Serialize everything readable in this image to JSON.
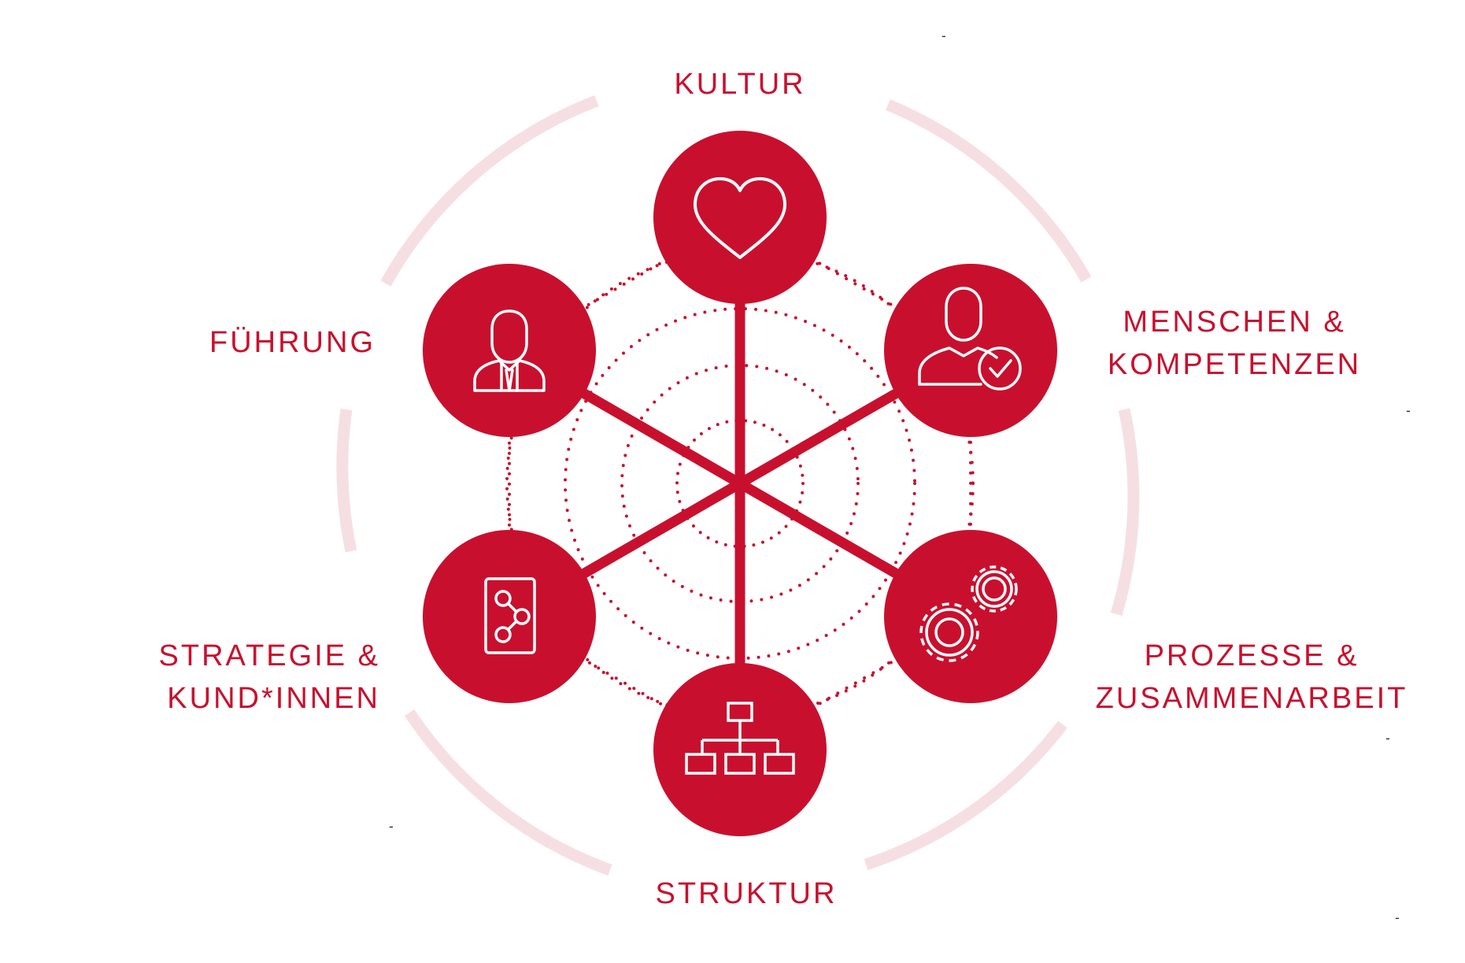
{
  "colors": {
    "accent": "#c8102e",
    "ring": "#f6dfe3",
    "icon_stroke": "#ffffff"
  },
  "nodes": [
    {
      "id": "kultur",
      "lines": [
        "KULTUR"
      ],
      "icon": "heart-icon"
    },
    {
      "id": "menschen",
      "lines": [
        "MENSCHEN &",
        "KOMPETENZEN"
      ],
      "icon": "person-check-icon"
    },
    {
      "id": "prozesse",
      "lines": [
        "PROZESSE &",
        "ZUSAMMENARBEIT"
      ],
      "icon": "gears-icon"
    },
    {
      "id": "struktur",
      "lines": [
        "STRUKTUR"
      ],
      "icon": "org-chart-icon"
    },
    {
      "id": "strategie",
      "lines": [
        "STRATEGIE &",
        "KUND*INNEN"
      ],
      "icon": "strategy-document-icon"
    },
    {
      "id": "fuehrung",
      "lines": [
        "FÜHRUNG"
      ],
      "icon": "businessman-icon"
    }
  ],
  "marks": [
    "-",
    "-",
    "-",
    "-",
    "-"
  ]
}
